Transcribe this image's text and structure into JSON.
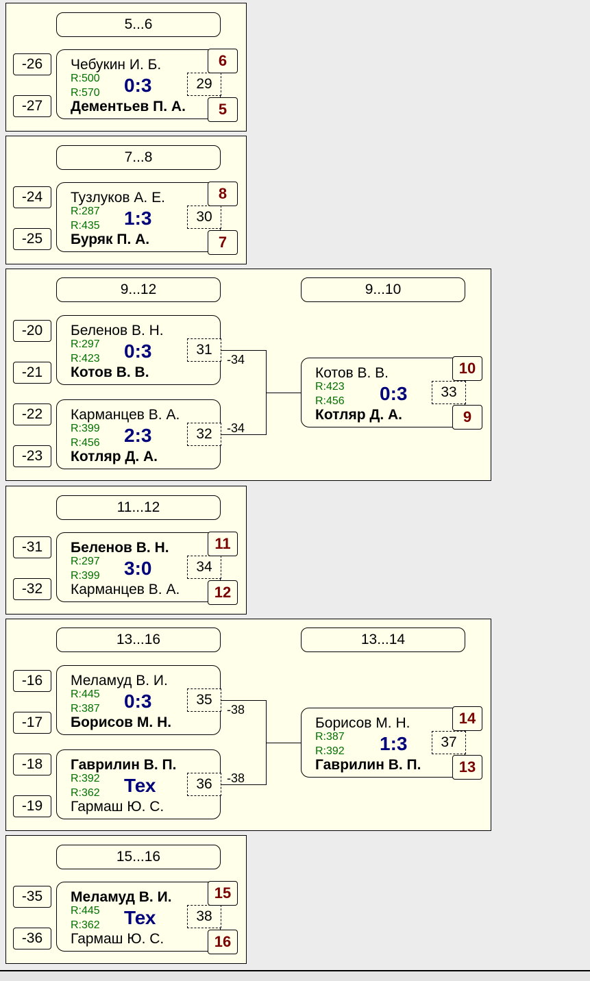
{
  "sections": [
    {
      "header": "5...6",
      "match": {
        "num": "29",
        "p1_seed": "-26",
        "p1": "Чебукин И. Б.",
        "p1_rating": "R:500",
        "p2_seed": "-27",
        "p2": "Дементьев П. А.",
        "p2_rating": "R:570",
        "score": "0:3",
        "p1_place": "6",
        "p2_place": "5"
      }
    },
    {
      "header": "7...8",
      "match": {
        "num": "30",
        "p1_seed": "-24",
        "p1": "Тузлуков А. Е.",
        "p1_rating": "R:287",
        "p2_seed": "-25",
        "p2": "Буряк П. А.",
        "p2_rating": "R:435",
        "score": "1:3",
        "p1_place": "8",
        "p2_place": "7"
      }
    },
    {
      "header": "9...12",
      "header2": "9...10",
      "match_a": {
        "num": "31",
        "p1_seed": "-20",
        "p1": "Беленов В. Н.",
        "p1_rating": "R:297",
        "p2_seed": "-21",
        "p2": "Котов В. В.",
        "p2_rating": "R:423",
        "score": "0:3",
        "loser_to": "-34"
      },
      "match_b": {
        "num": "32",
        "p1_seed": "-22",
        "p1": "Карманцев В. А.",
        "p1_rating": "R:399",
        "p2_seed": "-23",
        "p2": "Котляр Д. А.",
        "p2_rating": "R:456",
        "score": "2:3",
        "loser_to": "-34"
      },
      "final": {
        "num": "33",
        "p1": "Котов В. В.",
        "p1_rating": "R:423",
        "p2": "Котляр Д. А.",
        "p2_rating": "R:456",
        "score": "0:3",
        "p1_place": "10",
        "p2_place": "9"
      }
    },
    {
      "header": "11...12",
      "match": {
        "num": "34",
        "p1_seed": "-31",
        "p1": "Беленов В. Н.",
        "p1_rating": "R:297",
        "p2_seed": "-32",
        "p2": "Карманцев В. А.",
        "p2_rating": "R:399",
        "score": "3:0",
        "p1_place": "11",
        "p2_place": "12"
      }
    },
    {
      "header": "13...16",
      "header2": "13...14",
      "match_a": {
        "num": "35",
        "p1_seed": "-16",
        "p1": "Меламуд В. И.",
        "p1_rating": "R:445",
        "p2_seed": "-17",
        "p2": "Борисов М. Н.",
        "p2_rating": "R:387",
        "score": "0:3",
        "loser_to": "-38"
      },
      "match_b": {
        "num": "36",
        "p1_seed": "-18",
        "p1": "Гаврилин В. П.",
        "p1_rating": "R:392",
        "p2_seed": "-19",
        "p2": "Гармаш Ю. С.",
        "p2_rating": "R:362",
        "score": "Тех",
        "loser_to": "-38"
      },
      "final": {
        "num": "37",
        "p1": "Борисов М. Н.",
        "p1_rating": "R:387",
        "p2": "Гаврилин В. П.",
        "p2_rating": "R:392",
        "score": "1:3",
        "p1_place": "14",
        "p2_place": "13"
      }
    },
    {
      "header": "15...16",
      "match": {
        "num": "38",
        "p1_seed": "-35",
        "p1": "Меламуд В. И.",
        "p1_rating": "R:445",
        "p2_seed": "-36",
        "p2": "Гармаш Ю. С.",
        "p2_rating": "R:362",
        "score": "Тех",
        "p1_place": "15",
        "p2_place": "16"
      }
    }
  ]
}
